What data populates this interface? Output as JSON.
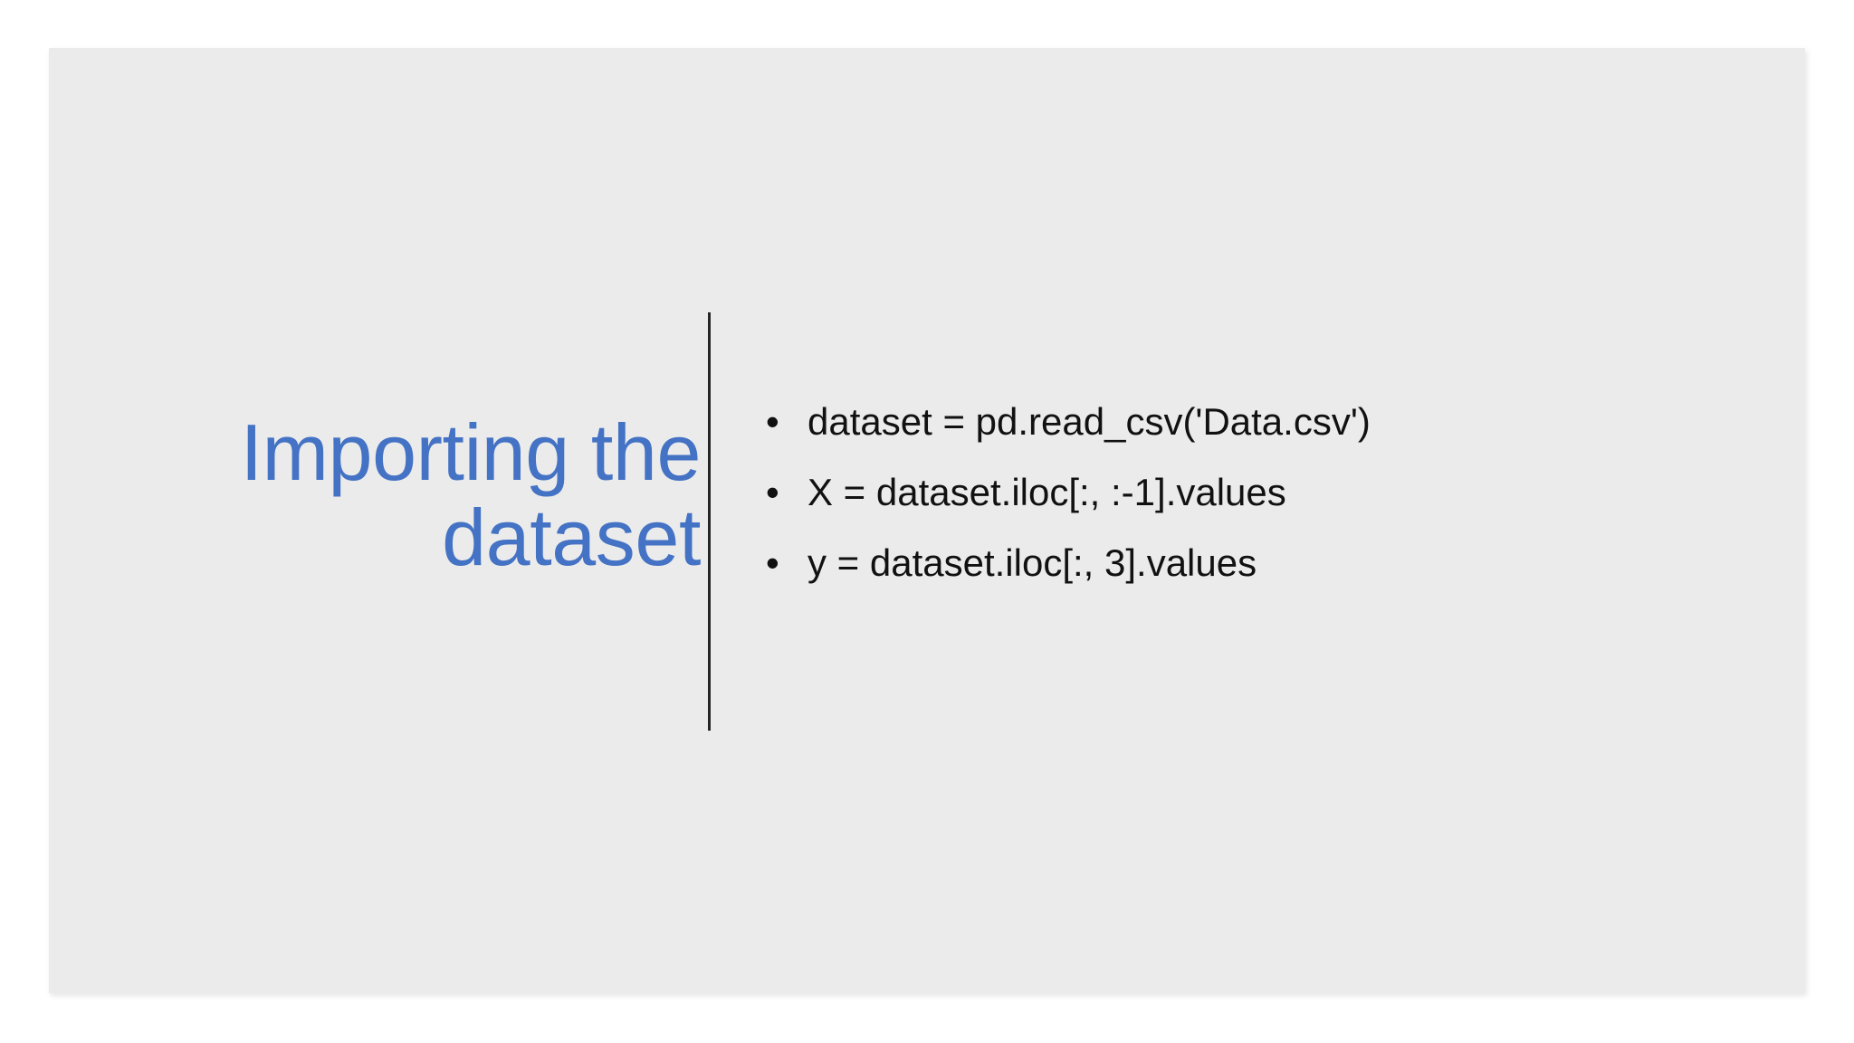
{
  "slide": {
    "background_color": "#ebebeb",
    "page_background_color": "#ffffff",
    "title": "Importing the dataset",
    "title_color": "#4472c4",
    "divider_color": "#262626",
    "body_text_color": "#111111",
    "bullet_glyph": "•",
    "bullets": [
      {
        "marker": "•",
        "text": "dataset = pd.read_csv('Data.csv')"
      },
      {
        "marker": "•",
        "text": "X = dataset.iloc[:, :-1].values"
      },
      {
        "marker": "•",
        "text": "y = dataset.iloc[:, 3].values"
      }
    ]
  }
}
